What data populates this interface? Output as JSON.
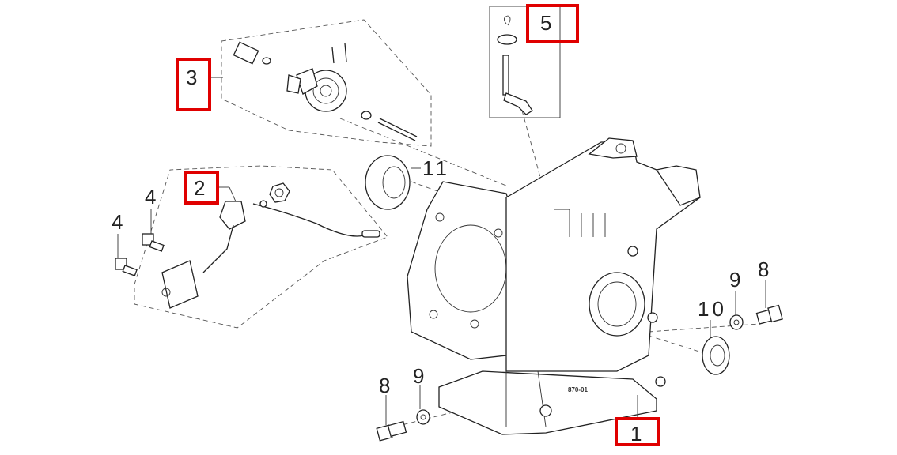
{
  "diagram": {
    "title_visible": false,
    "highlight_color": "#e00000",
    "callouts": [
      {
        "id": "c1",
        "label": "1",
        "highlighted": true
      },
      {
        "id": "c2",
        "label": "2",
        "highlighted": true
      },
      {
        "id": "c3",
        "label": "3",
        "highlighted": true
      },
      {
        "id": "c4a",
        "label": "4",
        "highlighted": false
      },
      {
        "id": "c4b",
        "label": "4",
        "highlighted": false
      },
      {
        "id": "c5",
        "label": "5",
        "highlighted": true
      },
      {
        "id": "c8a",
        "label": "8",
        "highlighted": false
      },
      {
        "id": "c8b",
        "label": "8",
        "highlighted": false
      },
      {
        "id": "c9a",
        "label": "9",
        "highlighted": false
      },
      {
        "id": "c9b",
        "label": "9",
        "highlighted": false
      },
      {
        "id": "c10",
        "label": "10",
        "highlighted": false
      },
      {
        "id": "c11",
        "label": "11",
        "highlighted": false
      }
    ],
    "casting_mark": "870-01"
  }
}
